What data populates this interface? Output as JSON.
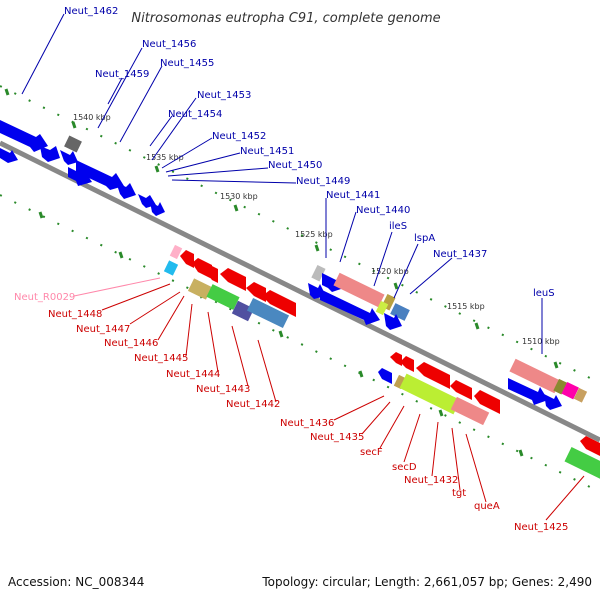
{
  "title": "Nitrosomonas eutropha C91, complete genome",
  "footer": {
    "accession": "Accession: NC_008344",
    "topology": "Topology: circular; Length: 2,661,057 bp; Genes: 2,490"
  },
  "ticks": [
    "1540 kbp",
    "1535 kbp",
    "1530 kbp",
    "1525 kbp",
    "1520 kbp",
    "1515 kbp",
    "1510 kbp"
  ],
  "upper_labels": [
    "Neut_1462",
    "Neut_1456",
    "Neut_1459",
    "Neut_1455",
    "Neut_1453",
    "Neut_1454",
    "Neut_1452",
    "Neut_1451",
    "Neut_1450",
    "Neut_1449",
    "Neut_1441",
    "Neut_1440",
    "ileS",
    "lspA",
    "Neut_1437",
    "leuS"
  ],
  "lower_labels": [
    "Neut_R0029",
    "Neut_1448",
    "Neut_1447",
    "Neut_1446",
    "Neut_1445",
    "Neut_1444",
    "Neut_1443",
    "Neut_1442",
    "Neut_1436",
    "Neut_1435",
    "secF",
    "secD",
    "Neut_1432",
    "tgt",
    "queA",
    "Neut_1425"
  ],
  "colors": {
    "forward": "#0000ee",
    "reverse": "#ee0000",
    "backbone": "#888888",
    "tick": "#2a8a2a",
    "rna": "#ff88aa"
  }
}
